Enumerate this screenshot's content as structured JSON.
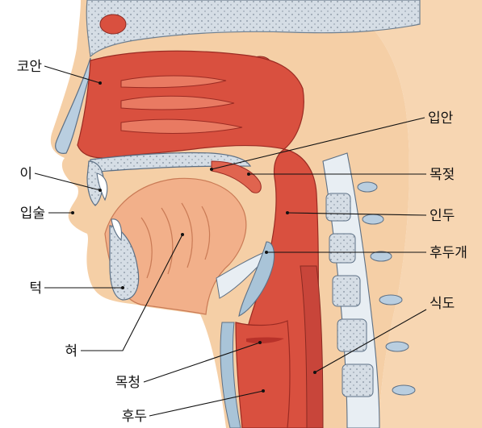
{
  "labels": {
    "nasal_cavity": "코안",
    "teeth": "이",
    "lips": "입술",
    "chin": "턱",
    "tongue": "혀",
    "vocal_cords": "목청",
    "larynx": "후두",
    "oral_cavity": "입안",
    "uvula": "목젖",
    "pharynx": "인두",
    "epiglottis": "후두개",
    "esophagus": "식도"
  },
  "colors": {
    "skin": "#f5cfa6",
    "skin_shadow": "#e8b48a",
    "tissue": "#d9503f",
    "tissue_dark": "#b8322a",
    "tissue_light": "#e97a62",
    "bone": "#c9d3dc",
    "bone_dot": "#8a97a6",
    "cartilage": "#a9c4d8",
    "label": "#111111"
  }
}
